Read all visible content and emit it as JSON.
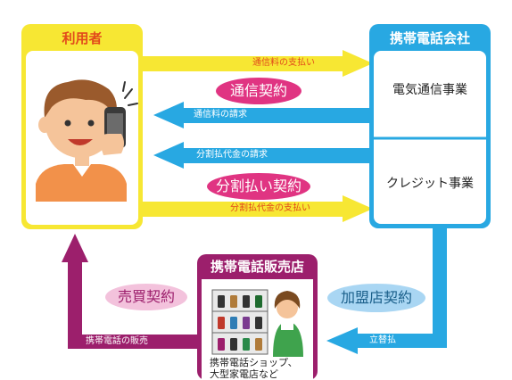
{
  "user_box": {
    "title": "利用者"
  },
  "carrier_box": {
    "title": "携帯電話会社",
    "section_telecom": "電気通信事業",
    "section_credit": "クレジット事業"
  },
  "shop_box": {
    "title": "携帯電話販売店",
    "caption_line1": "携帯電話ショップ、",
    "caption_line2": "大型家電店など"
  },
  "flows": {
    "fee_payment": "通信料の支払い",
    "fee_billing": "通信料の請求",
    "installment_billing": "分割払代金の請求",
    "installment_payment": "分割払代金の支払い",
    "advance_payment": "立替払",
    "phone_sales": "携帯電話の販売"
  },
  "contracts": {
    "telecom_contract": "通信契約",
    "installment_contract": "分割払い契約",
    "merchant_contract": "加盟店契約",
    "sales_contract": "売買契約"
  },
  "colors": {
    "yellow": "#f7e733",
    "blue": "#28a8e2",
    "purple": "#9c1f6c",
    "pink": "#e03482",
    "light_blue": "#a9d6f3",
    "light_pink": "#f3c2dc"
  }
}
